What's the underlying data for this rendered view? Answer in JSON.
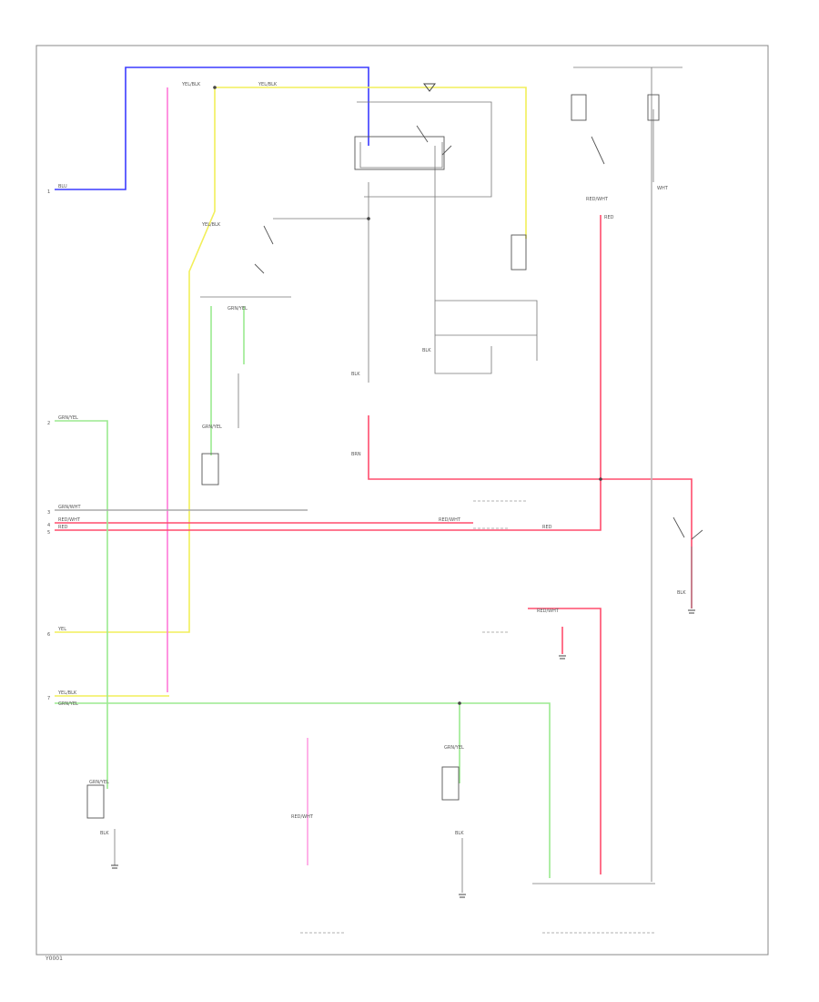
{
  "diagram": {
    "code": "Y0001",
    "colors": {
      "blue": "#3b3bff",
      "yellow": "#f2ef5a",
      "pink": "#ff7ad9",
      "red": "#ff4d6d",
      "green": "#9bea8f",
      "gray": "#8a8a8a"
    },
    "connector_labels": [
      "1",
      "2",
      "3",
      "4",
      "5",
      "6",
      "7"
    ],
    "wire_labels": {
      "blu": "BLU",
      "yel_blk": "YEL/BLK",
      "yel": "YEL",
      "grn_yel": "GRN/YEL",
      "grn_wht": "GRN/WHT",
      "red_wht": "RED/WHT",
      "red": "RED",
      "brn": "BRN",
      "blk": "BLK",
      "wht": "WHT"
    }
  }
}
